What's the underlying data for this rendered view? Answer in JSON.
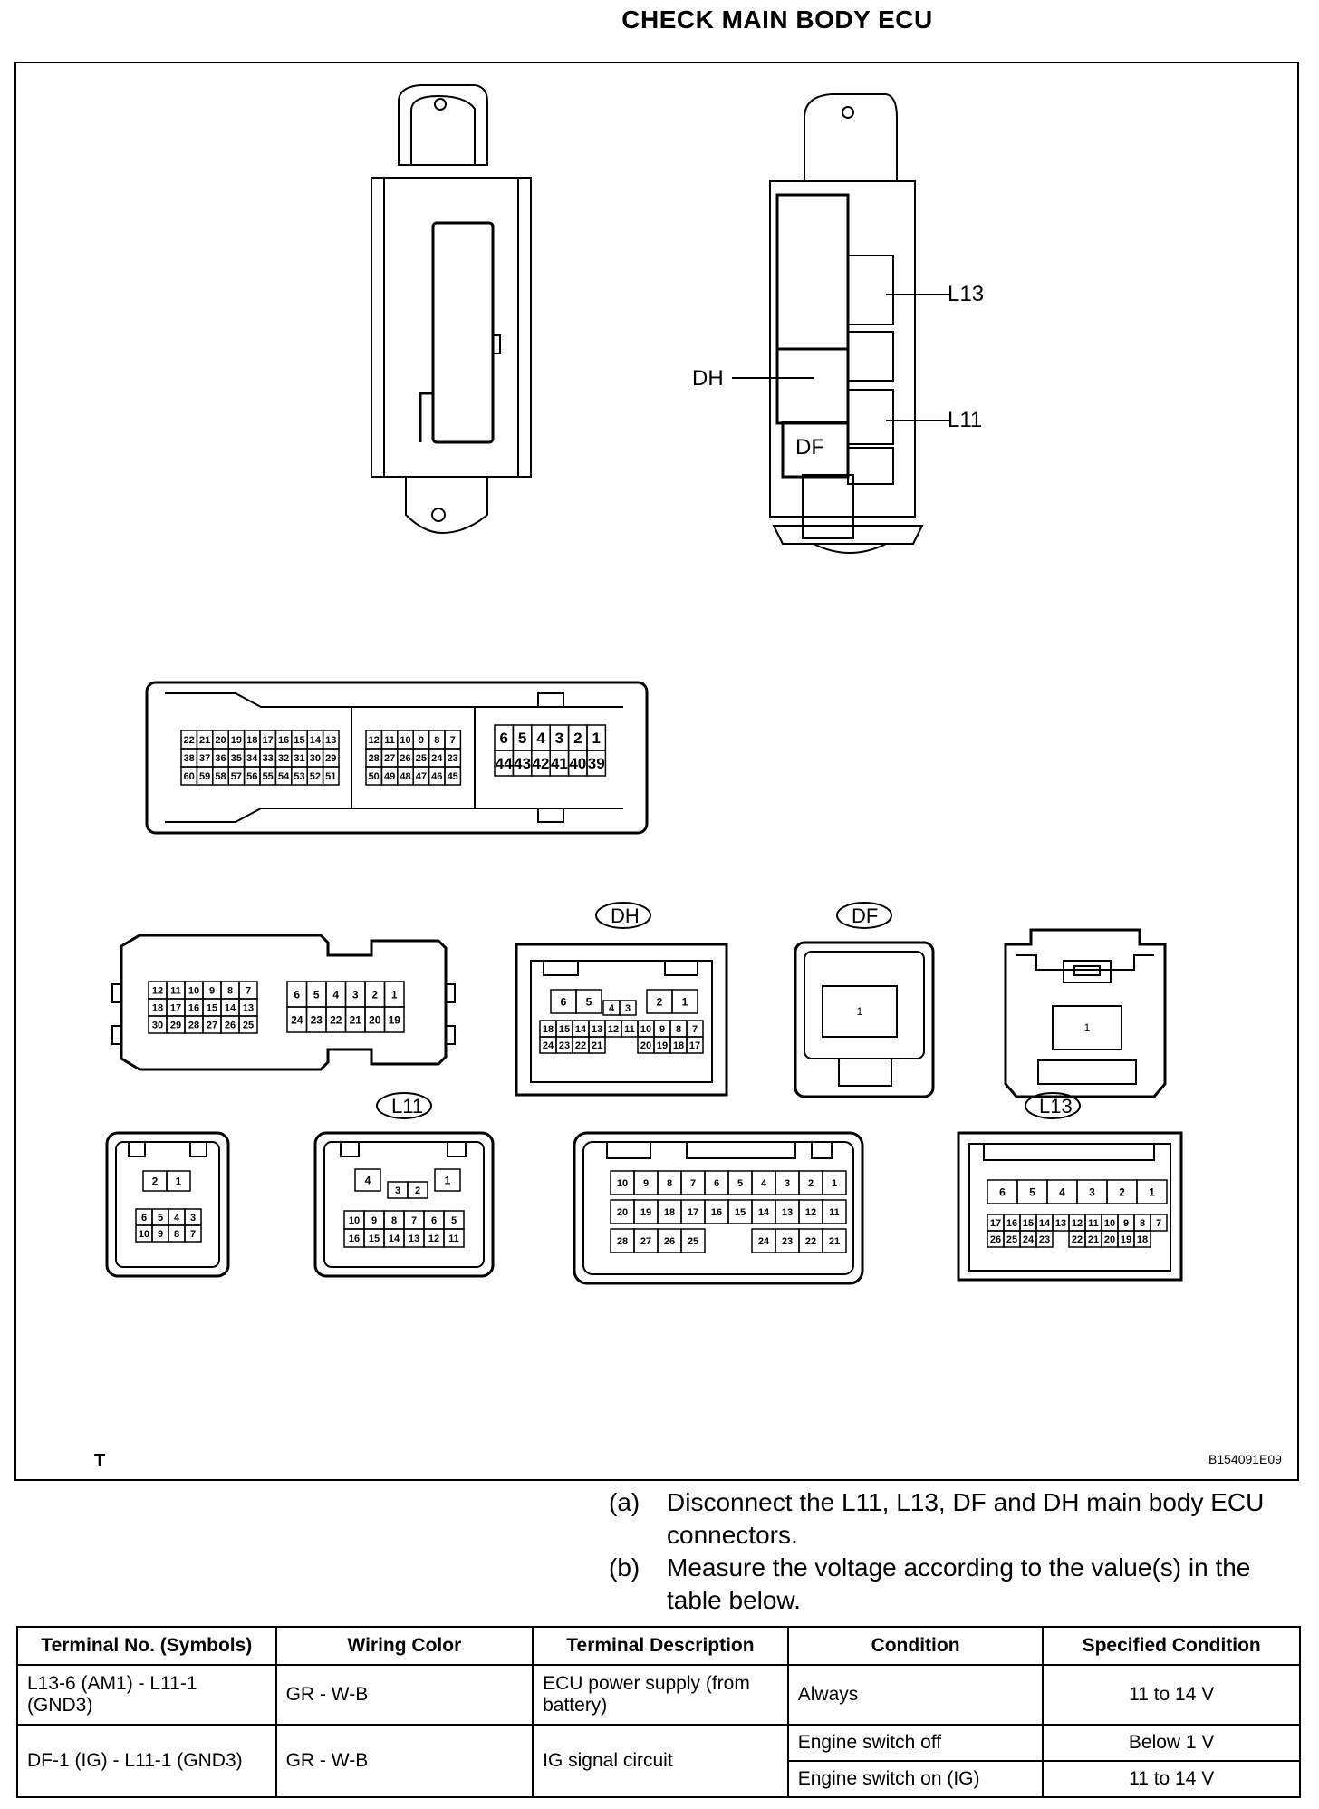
{
  "title": "CHECK MAIN BODY ECU",
  "callouts": {
    "l13": "L13",
    "dh": "DH",
    "l11": "L11",
    "df": "DF"
  },
  "connector_tags": {
    "dh": "DH",
    "df": "DF",
    "l11": "L11",
    "l13": "L13"
  },
  "corner_mark": "T",
  "figure_code": "B154091E09",
  "pins": {
    "big_a": [
      [
        "22",
        "21",
        "20",
        "19",
        "18",
        "17",
        "16",
        "15",
        "14",
        "13"
      ],
      [
        "38",
        "37",
        "36",
        "35",
        "34",
        "33",
        "32",
        "31",
        "30",
        "29"
      ],
      [
        "60",
        "59",
        "58",
        "57",
        "56",
        "55",
        "54",
        "53",
        "52",
        "51"
      ]
    ],
    "big_b": [
      [
        "12",
        "11",
        "10",
        "9",
        "8",
        "7"
      ],
      [
        "28",
        "27",
        "26",
        "25",
        "24",
        "23"
      ],
      [
        "50",
        "49",
        "48",
        "47",
        "46",
        "45"
      ]
    ],
    "big_c": [
      [
        "6",
        "5",
        "4",
        "3",
        "2",
        "1"
      ],
      [
        "44",
        "43",
        "42",
        "41",
        "40",
        "39"
      ]
    ],
    "mid_a": [
      [
        "12",
        "11",
        "10",
        "9",
        "8",
        "7"
      ],
      [
        "18",
        "17",
        "16",
        "15",
        "14",
        "13"
      ],
      [
        "30",
        "29",
        "28",
        "27",
        "26",
        "25"
      ]
    ],
    "mid_b": [
      [
        "6",
        "5",
        "4",
        "3",
        "2",
        "1"
      ],
      [
        "24",
        "23",
        "22",
        "21",
        "20",
        "19"
      ]
    ],
    "dh_top": [
      "6",
      "5",
      "4",
      "3",
      "2",
      "1"
    ],
    "dh_r1": [
      "18",
      "15",
      "14",
      "13",
      "12",
      "11",
      "10",
      "9",
      "8",
      "7"
    ],
    "dh_r2": [
      "24",
      "23",
      "22",
      "21",
      "20",
      "19",
      "18",
      "17"
    ],
    "df": "1",
    "other1": "1",
    "small_top": [
      "2",
      "1"
    ],
    "small_r1": [
      "6",
      "5",
      "4",
      "3"
    ],
    "small_r2": [
      "10",
      "9",
      "8",
      "7"
    ],
    "l11_top": [
      "4",
      "3",
      "2",
      "1"
    ],
    "l11_r1": [
      "10",
      "9",
      "8",
      "7",
      "6",
      "5"
    ],
    "l11_r2": [
      "16",
      "15",
      "14",
      "13",
      "12",
      "11"
    ],
    "w_r0": [
      "10",
      "9",
      "8",
      "7",
      "6",
      "5",
      "4",
      "3",
      "2",
      "1"
    ],
    "w_r1": [
      "20",
      "19",
      "18",
      "17",
      "16",
      "15",
      "14",
      "13",
      "12",
      "11"
    ],
    "w_r2": [
      "28",
      "27",
      "26",
      "25",
      "24",
      "23",
      "22",
      "21"
    ],
    "l13_top": [
      "6",
      "5",
      "4",
      "3",
      "2",
      "1"
    ],
    "l13_r1": [
      "17",
      "16",
      "15",
      "14",
      "13",
      "12",
      "11",
      "10",
      "9",
      "8",
      "7"
    ],
    "l13_r2": [
      "26",
      "25",
      "24",
      "23",
      "22",
      "21",
      "20",
      "19",
      "18"
    ]
  },
  "steps": [
    {
      "key": "(a)",
      "text": "Disconnect the L11, L13, DF and DH main body ECU connectors."
    },
    {
      "key": "(b)",
      "text": "Measure the voltage according to the value(s) in the table below."
    }
  ],
  "table": {
    "headers": [
      "Terminal No. (Symbols)",
      "Wiring Color",
      "Terminal Description",
      "Condition",
      "Specified Condition"
    ],
    "row1": {
      "terminal": "L13-6 (AM1) - L11-1 (GND3)",
      "wiring": "GR - W-B",
      "desc": "ECU power supply (from battery)",
      "cond": "Always",
      "spec": "11 to 14 V"
    },
    "row2": {
      "terminal": "DF-1 (IG) - L11-1 (GND3)",
      "wiring": "GR - W-B",
      "desc": "IG signal circuit",
      "cond_a": "Engine switch off",
      "spec_a": "Below 1 V",
      "cond_b": "Engine switch on (IG)",
      "spec_b": "11 to 14 V"
    }
  }
}
